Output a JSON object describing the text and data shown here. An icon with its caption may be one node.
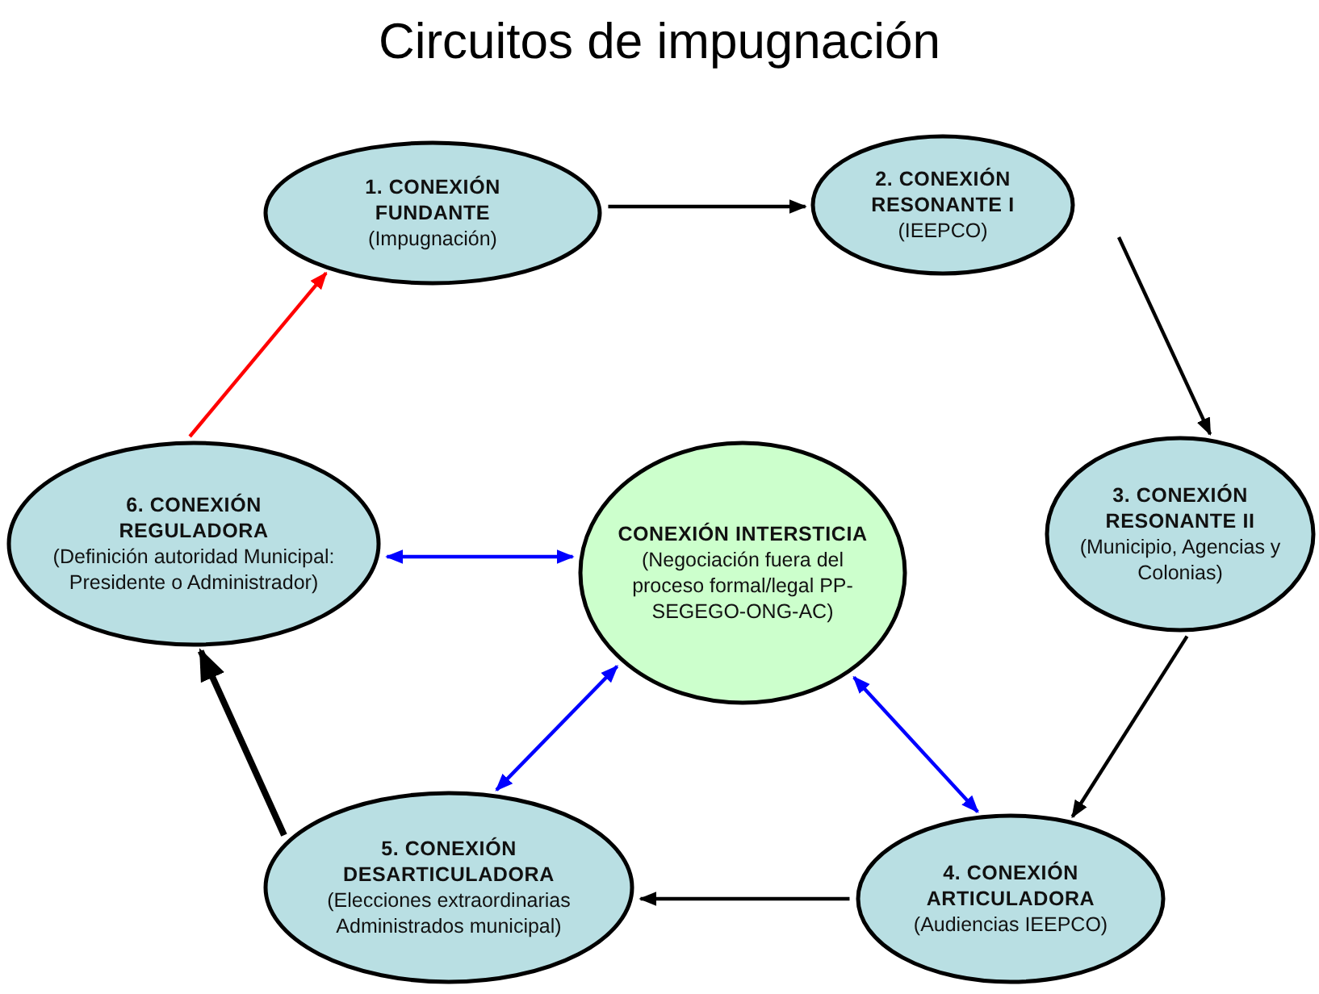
{
  "diagram": {
    "title": "Circuitos de impugnación",
    "nodes": [
      {
        "text": [
          "1. CONEXIÓN FUNDANTE",
          "(Impugnación)"
        ]
      },
      {
        "text": [
          "2. CONEXIÓN RESONANTE I",
          "(IEEPCO)"
        ]
      },
      {
        "text": [
          "3. CONEXIÓN RESONANTE II",
          "(Municipio, Agencias y Colonias)"
        ]
      },
      {
        "text": [
          "4. CONEXIÓN ARTICULADORA",
          "(Audiencias IEEPCO)"
        ]
      },
      {
        "text": [
          "5. CONEXIÓN DESARTICULADORA",
          "(Elecciones extraordinarias Administrados municipal)"
        ]
      },
      {
        "text": [
          "6. CONEXIÓN REGULADORA",
          "(Definición autoridad Municipal: Presidente o Administrador)"
        ]
      },
      {
        "text": [
          "CONEXIÓN INTERSTICIA",
          "(Negociación fuera del proceso formal/legal PP-SEGEGO-ONG-AC)"
        ]
      }
    ],
    "edges": [
      {
        "from": 0,
        "to": 1,
        "arrow": "to"
      },
      {
        "from": 1,
        "to": 2,
        "arrow": "to"
      },
      {
        "from": 2,
        "to": 3,
        "arrow": "to"
      },
      {
        "from": 3,
        "to": 4,
        "arrow": "to"
      },
      {
        "from": 4,
        "to": 5,
        "arrow": "to",
        "style": "thick"
      },
      {
        "from": 5,
        "to": 0,
        "arrow": "to",
        "color": "#ff0000"
      },
      {
        "from": 6,
        "to": 5,
        "arrow": "both",
        "color": "#0000ff"
      },
      {
        "from": 6,
        "to": 4,
        "arrow": "both",
        "color": "#0000ff"
      },
      {
        "from": 6,
        "to": 3,
        "arrow": "both",
        "color": "#0000ff"
      }
    ]
  }
}
